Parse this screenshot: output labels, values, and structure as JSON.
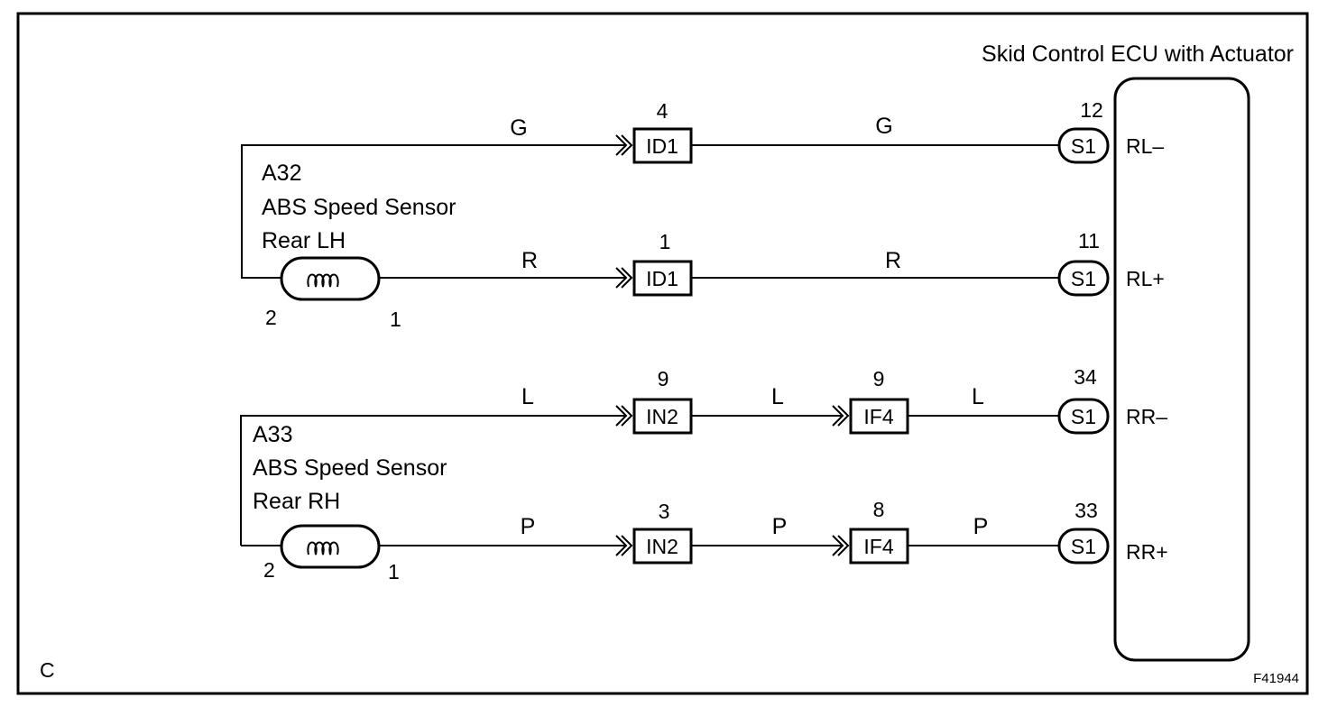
{
  "ecu": {
    "title": "Skid Control ECU with Actuator",
    "terminals": [
      {
        "pin": "12",
        "connector": "S1",
        "label": "RL–"
      },
      {
        "pin": "11",
        "connector": "S1",
        "label": "RL+"
      },
      {
        "pin": "34",
        "connector": "S1",
        "label": "RR–"
      },
      {
        "pin": "33",
        "connector": "S1",
        "label": "RR+"
      }
    ]
  },
  "sensors": [
    {
      "code": "A32",
      "name": "ABS Speed Sensor",
      "position": "Rear LH",
      "pin_left": "2",
      "pin_right": "1"
    },
    {
      "code": "A33",
      "name": "ABS Speed Sensor",
      "position": "Rear RH",
      "pin_left": "2",
      "pin_right": "1"
    }
  ],
  "wires": [
    {
      "color1": "G",
      "color2": "G",
      "j1": {
        "pin": "4",
        "connector": "ID1"
      }
    },
    {
      "color1": "R",
      "color2": "R",
      "j1": {
        "pin": "1",
        "connector": "ID1"
      }
    },
    {
      "color1": "L",
      "color2": "L",
      "color3": "L",
      "j1": {
        "pin": "9",
        "connector": "IN2"
      },
      "j2": {
        "pin": "9",
        "connector": "IF4"
      }
    },
    {
      "color1": "P",
      "color2": "P",
      "color3": "P",
      "j1": {
        "pin": "3",
        "connector": "IN2"
      },
      "j2": {
        "pin": "8",
        "connector": "IF4"
      }
    }
  ],
  "footer": {
    "corner_letter": "C",
    "figure_id": "F41944"
  }
}
